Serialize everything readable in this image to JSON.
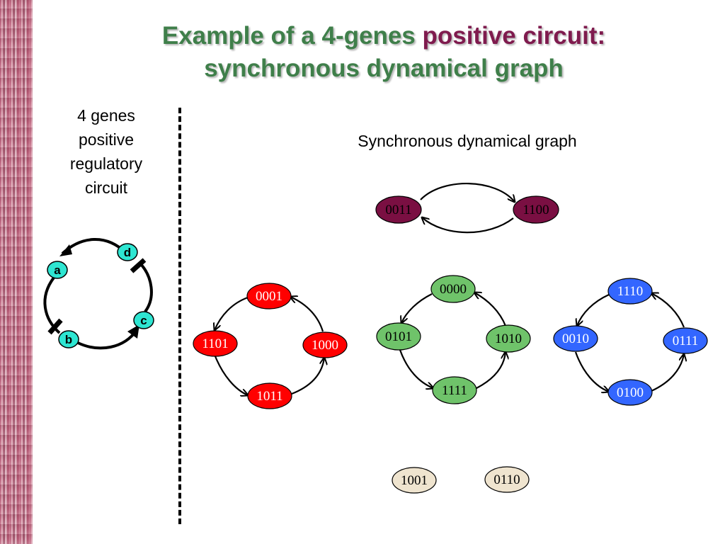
{
  "title": {
    "part1": "Example of a 4-genes ",
    "part2": "positive circuit:",
    "line2": "synchronous dynamical graph"
  },
  "left_caption": "4 genes positive regulatory circuit",
  "graph_caption": "Synchronous dynamical graph",
  "genes": [
    "a",
    "b",
    "c",
    "d"
  ],
  "states": {
    "s0011": "0011",
    "s1100": "1100",
    "s0001": "0001",
    "s1101": "1101",
    "s1000": "1000",
    "s1011": "1011",
    "s0000": "0000",
    "s0101": "0101",
    "s1010": "1010",
    "s1111": "1111",
    "s1110": "1110",
    "s0010": "0010",
    "s0111": "0111",
    "s0100": "0100",
    "s1001": "1001",
    "s0110": "0110"
  },
  "colors": {
    "title_green": "#3f7f4a",
    "title_purple": "#7f1b4e",
    "cycle_purple": "#7a0f42",
    "cycle_red": "#ff0000",
    "cycle_green": "#6fc36a",
    "cycle_blue": "#3366ff",
    "fixed_beige": "#efe4cf",
    "gene_cyan": "#2ee6d2"
  }
}
